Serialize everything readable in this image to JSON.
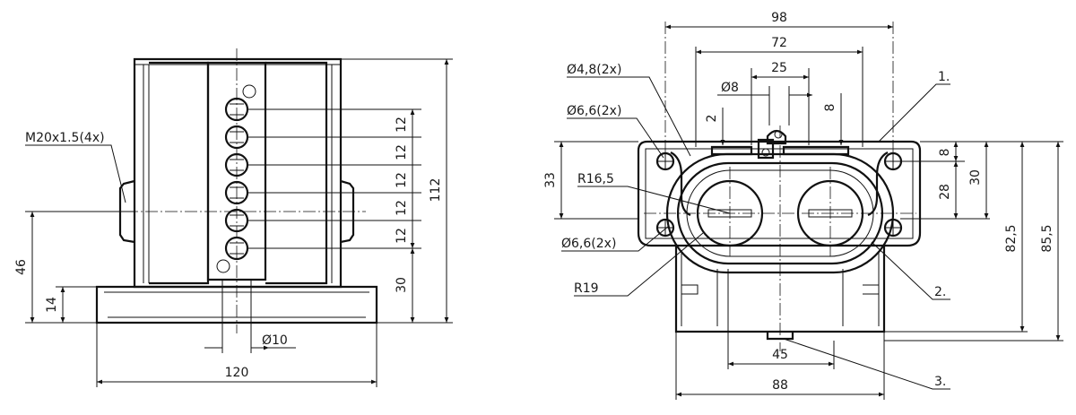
{
  "left_view": {
    "thread_label": "M20x1.5(4x)",
    "pitch_dims": [
      "12",
      "12",
      "12",
      "12",
      "12"
    ],
    "dim_30": "30",
    "dim_112": "112",
    "dim_46": "46",
    "dim_14": "14",
    "dim_120": "120",
    "dia_10": "Ø10"
  },
  "right_view": {
    "dim_98": "98",
    "dim_72": "72",
    "dim_25": "25",
    "dia_8": "Ø8",
    "dim_2": "2",
    "dim_8_top": "8",
    "dia_4_8": "Ø4,8(2x)",
    "dia_6_6_a": "Ø6,6(2x)",
    "dia_6_6_b": "Ø6,6(2x)",
    "r16_5": "R16,5",
    "r19": "R19",
    "dim_33": "33",
    "dim_8_right": "8",
    "dim_28": "28",
    "dim_30": "30",
    "dim_82_5": "82,5",
    "dim_85_5": "85,5",
    "dim_45": "45",
    "dim_88": "88",
    "callout_1": "1.",
    "callout_2": "2.",
    "callout_3": "3."
  }
}
